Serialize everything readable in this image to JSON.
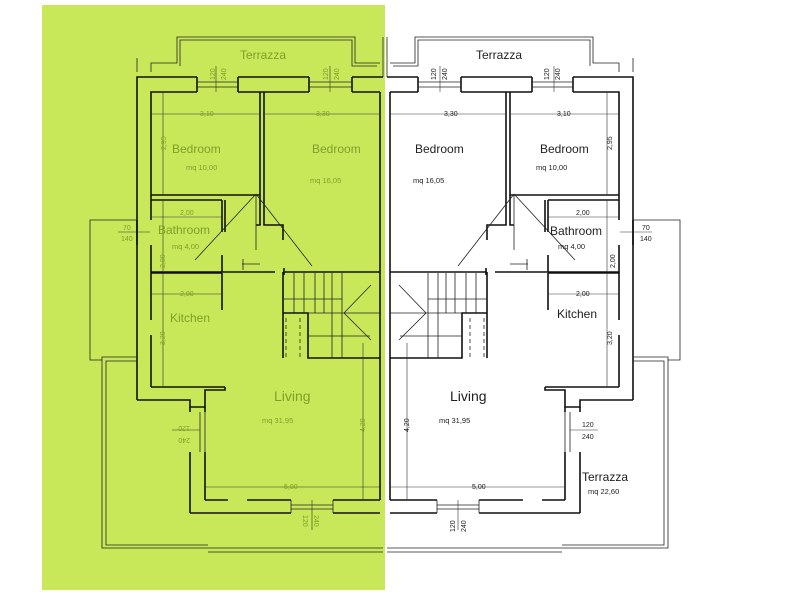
{
  "colors": {
    "overlay": "#c8e85a",
    "lines": "#111111",
    "ghost_lines": "#7d9c22"
  },
  "plan_right": {
    "terrace_top": "Terrazza",
    "bedroom_a": {
      "label": "Bedroom",
      "area": "mq 16,05",
      "width": "3,30"
    },
    "bedroom_b": {
      "label": "Bedroom",
      "area": "mq 10,00",
      "width": "3,10",
      "depth": "2,95"
    },
    "bathroom": {
      "label": "Bathroom",
      "area": "mq 4,00",
      "width": "2,00",
      "depth": "2,00"
    },
    "kitchen": {
      "label": "Kitchen",
      "width": "2,00",
      "depth": "3,20"
    },
    "living": {
      "label": "Living",
      "area": "mq 31,95",
      "width": "5,00",
      "depth": "4,20"
    },
    "terrace_side": {
      "label": "Terrazza",
      "area": "mq 22,60"
    },
    "windows": [
      {
        "top": "120",
        "bottom": "240"
      },
      {
        "top": "120",
        "bottom": "240"
      },
      {
        "top": "70",
        "bottom": "140"
      },
      {
        "top": "120",
        "bottom": "240"
      },
      {
        "top": "120",
        "bottom": "240"
      }
    ]
  },
  "plan_left": {
    "terrace_top": "Terrazza",
    "bedroom_a": {
      "label": "Bedroom",
      "area": "mq 10,00",
      "width": "3,10",
      "depth": "2,95"
    },
    "bedroom_b": {
      "label": "Bedroom",
      "area": "mq 16,05",
      "width": "3,30"
    },
    "bathroom": {
      "label": "Bathroom",
      "area": "mq 4,00",
      "width": "2,00",
      "depth": "2,00"
    },
    "kitchen": {
      "label": "Kitchen",
      "width": "2,00",
      "depth": "3,20"
    },
    "living": {
      "label": "Living",
      "area": "mq 31,95",
      "width": "5,00",
      "depth": "4,20"
    },
    "windows": [
      {
        "top": "120",
        "bottom": "240"
      },
      {
        "top": "120",
        "bottom": "240"
      },
      {
        "top": "70",
        "bottom": "140"
      },
      {
        "top": "120",
        "bottom": "240"
      },
      {
        "top": "120",
        "bottom": "240"
      }
    ]
  }
}
